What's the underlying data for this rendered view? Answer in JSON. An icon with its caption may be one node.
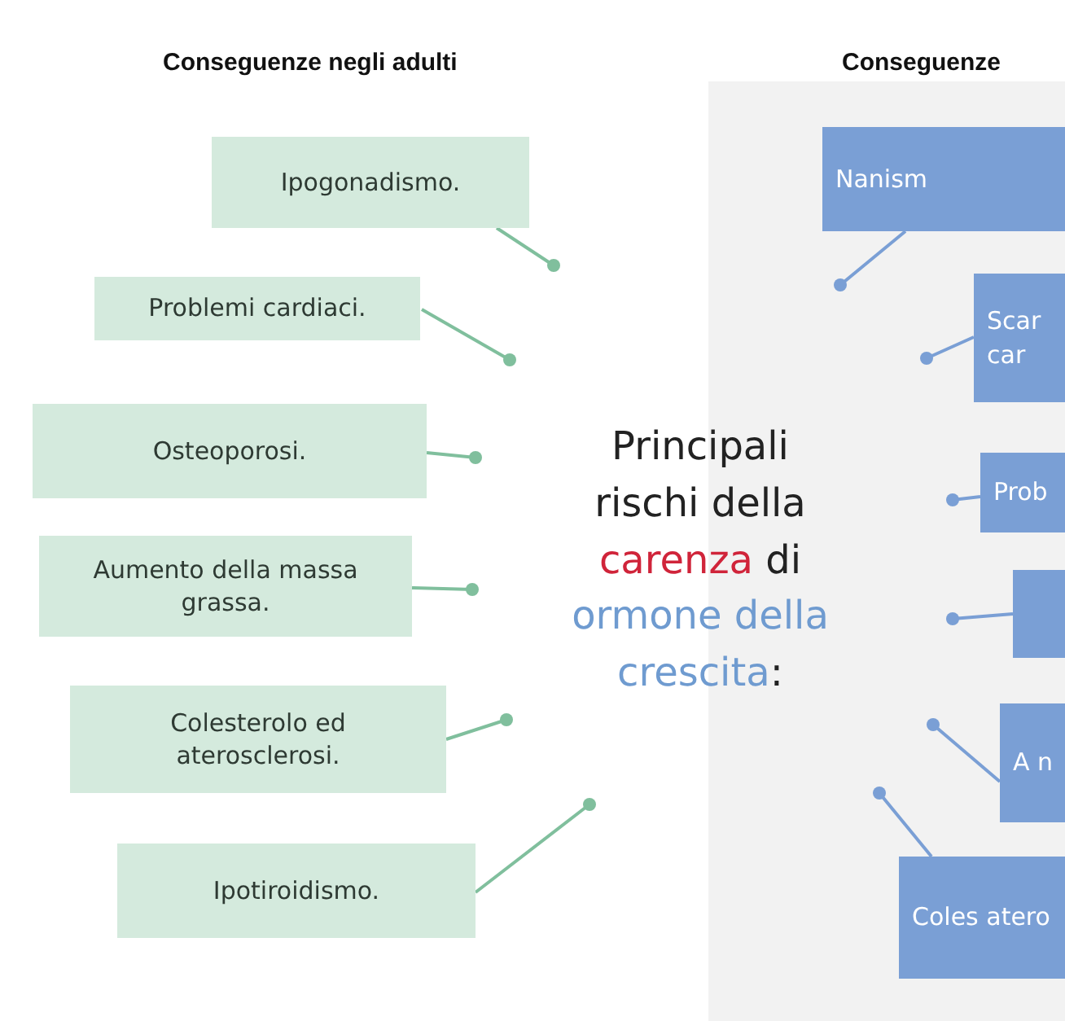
{
  "diagram": {
    "nodes": [
      {
        "text": [
          "Ipogonadismo."
        ]
      },
      {
        "text": [
          "Problemi cardiaci."
        ]
      },
      {
        "text": [
          "Osteoporosi."
        ]
      },
      {
        "text": [
          "Aumento della massa grassa."
        ]
      },
      {
        "text": [
          "Colesterolo ed aterosclerosi."
        ]
      },
      {
        "text": [
          "Ipotiroidismo."
        ]
      },
      {
        "text": [
          "Principali rischi della **carenza** di *ormone della crescita*:"
        ]
      },
      {
        "text": [
          "Nanism"
        ]
      },
      {
        "text": [
          "Scar car"
        ]
      },
      {
        "text": [
          "Prob"
        ]
      },
      {
        "text": [],
        "shape": "box"
      },
      {
        "text": [
          "A n"
        ]
      },
      {
        "text": [
          "Coles atero"
        ]
      }
    ],
    "edges": [
      {
        "from": 0,
        "to": null,
        "arrow": "other"
      },
      {
        "from": 1,
        "to": null,
        "arrow": "other"
      },
      {
        "from": 2,
        "to": null,
        "arrow": "other"
      },
      {
        "from": 3,
        "to": null,
        "arrow": "other"
      },
      {
        "from": 4,
        "to": null,
        "arrow": "other"
      },
      {
        "from": 5,
        "to": null,
        "arrow": "other"
      },
      {
        "from": 7,
        "to": null,
        "arrow": "other"
      },
      {
        "from": 8,
        "to": null,
        "arrow": "other"
      },
      {
        "from": 9,
        "to": null,
        "arrow": "other"
      },
      {
        "from": 10,
        "to": null,
        "arrow": "other"
      },
      {
        "from": 11,
        "to": null,
        "arrow": "other"
      },
      {
        "from": 12,
        "to": null,
        "arrow": "other"
      }
    ],
    "labels": [
      "Conseguenze negli adulti",
      "Conseguenze"
    ]
  }
}
